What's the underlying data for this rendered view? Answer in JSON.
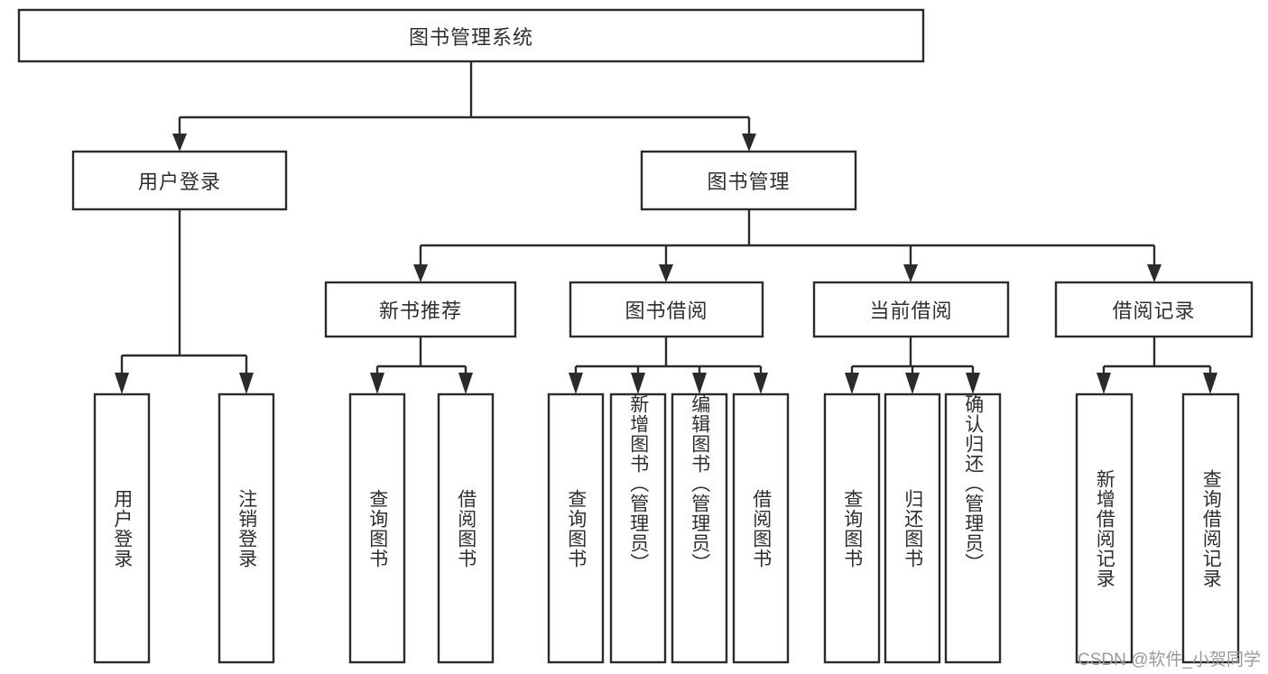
{
  "diagram": {
    "type": "tree-hierarchy",
    "title": "图书管理系统",
    "orientation": "top-down",
    "watermark": "CSDN @软件_小贺同学",
    "colors": {
      "stroke": "#2b2b2b",
      "box_fill": "#ffffff",
      "text": "#2f2f2f",
      "background": "#ffffff",
      "watermark_text": "#9a9a9a"
    },
    "levels": [
      {
        "level": 1,
        "nodes": [
          {
            "id": "root",
            "label": "图书管理系统",
            "orientation": "horizontal"
          }
        ]
      },
      {
        "level": 2,
        "nodes": [
          {
            "id": "login",
            "label": "用户登录",
            "orientation": "horizontal",
            "parent": "root"
          },
          {
            "id": "bookmgmt",
            "label": "图书管理",
            "orientation": "horizontal",
            "parent": "root"
          }
        ]
      },
      {
        "level": 3,
        "nodes": [
          {
            "id": "newbook",
            "label": "新书推荐",
            "orientation": "horizontal",
            "parent": "bookmgmt"
          },
          {
            "id": "borrow",
            "label": "图书借阅",
            "orientation": "horizontal",
            "parent": "bookmgmt"
          },
          {
            "id": "current",
            "label": "当前借阅",
            "orientation": "horizontal",
            "parent": "bookmgmt"
          },
          {
            "id": "records",
            "label": "借阅记录",
            "orientation": "horizontal",
            "parent": "bookmgmt"
          }
        ]
      },
      {
        "level": 4,
        "nodes": [
          {
            "id": "leaf-1",
            "label": "用户登录",
            "orientation": "vertical",
            "parent": "login"
          },
          {
            "id": "leaf-2",
            "label": "注销登录",
            "orientation": "vertical",
            "parent": "login"
          },
          {
            "id": "leaf-3",
            "label": "查询图书",
            "orientation": "vertical",
            "parent": "newbook"
          },
          {
            "id": "leaf-4",
            "label": "借阅图书",
            "orientation": "vertical",
            "parent": "newbook"
          },
          {
            "id": "leaf-5",
            "label": "查询图书",
            "orientation": "vertical",
            "parent": "borrow"
          },
          {
            "id": "leaf-6",
            "label": "新增图书（管理员）",
            "orientation": "vertical",
            "parent": "borrow"
          },
          {
            "id": "leaf-7",
            "label": "编辑图书（管理员）",
            "orientation": "vertical",
            "parent": "borrow"
          },
          {
            "id": "leaf-8",
            "label": "借阅图书",
            "orientation": "vertical",
            "parent": "borrow"
          },
          {
            "id": "leaf-9",
            "label": "查询图书",
            "orientation": "vertical",
            "parent": "current"
          },
          {
            "id": "leaf-10",
            "label": "归还图书",
            "orientation": "vertical",
            "parent": "current"
          },
          {
            "id": "leaf-11",
            "label": "确认归还（管理员）",
            "orientation": "vertical",
            "parent": "current"
          },
          {
            "id": "leaf-12",
            "label": "新增借阅记录",
            "orientation": "vertical",
            "parent": "records"
          },
          {
            "id": "leaf-13",
            "label": "查询借阅记录",
            "orientation": "vertical",
            "parent": "records"
          }
        ]
      }
    ]
  }
}
